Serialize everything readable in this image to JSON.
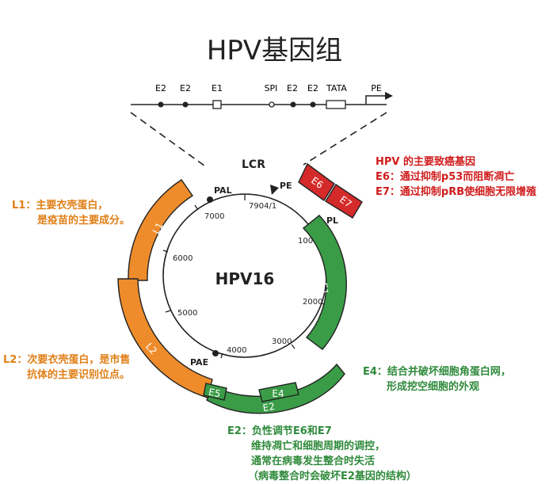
{
  "title": "HPV基因组",
  "colors": {
    "orange": "#ee8c2b",
    "red": "#d42a2a",
    "green": "#3a9c47",
    "line": "#222222"
  },
  "lcr_bar": {
    "labels": [
      "E2",
      "E2",
      "E1",
      "SPI",
      "E2",
      "E2",
      "TATA",
      "PE"
    ]
  },
  "circle": {
    "name": "HPV16",
    "lcr_label": "LCR",
    "origin_label": "7904/1",
    "ticks": [
      "1000",
      "2000",
      "3000",
      "4000",
      "5000",
      "6000",
      "7000"
    ]
  },
  "promoters": {
    "pe": "PE",
    "pl": "PL",
    "pal": "PAL",
    "pae": "PAE"
  },
  "genes": {
    "e6": "E6",
    "e7": "E7",
    "e1": "E1",
    "e2": "E2",
    "e4": "E4",
    "e5": "E5",
    "l1": "L1",
    "l2": "L2"
  },
  "notes": {
    "l1": [
      "L1：主要衣壳蛋白，",
      "是疫苗的主要成分。"
    ],
    "l2": [
      "L2：次要衣壳蛋白，是市售",
      "抗体的主要识别位点。"
    ],
    "oncogene": [
      "HPV 的主要致癌基因",
      "E6：通过抑制p53而阻断凋亡",
      "E7：通过抑制pRB使细胞无限增殖"
    ],
    "e4": [
      "E4：结合并破坏细胞角蛋白网，",
      "形成挖空细胞的外观"
    ],
    "e2": [
      "E2：负性调节E6和E7",
      "维持凋亡和细胞周期的调控，",
      "通常在病毒发生整合时失活",
      "（病毒整合时会破坏E2基因的结构）"
    ]
  }
}
